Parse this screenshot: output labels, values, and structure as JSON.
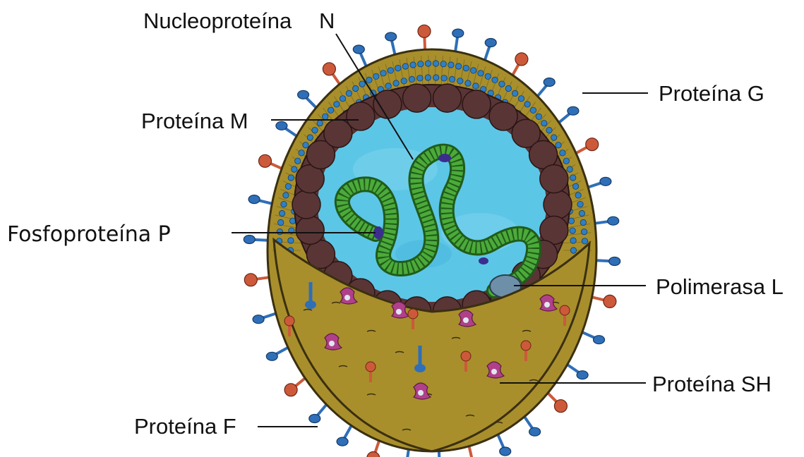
{
  "labels": {
    "nucleoproteina": "Nucleoproteína",
    "n": "N",
    "proteina_m": "Proteína M",
    "proteina_g": "Proteína G",
    "fosfoproteina_p": "Fosfoproteína P",
    "polimerasa_l": "Polimerasa L",
    "proteina_sh": "Proteína SH",
    "proteina_f": "Proteína F"
  },
  "colors": {
    "envelope": "#a88f2c",
    "envelope_stroke": "#3a2f10",
    "lipid_head": "#2f7fc4",
    "matrix_protein": "#5a3535",
    "core": "#5cc6e6",
    "nucleocapsid": "#4caa3a",
    "protein_g": "#cc5a3a",
    "protein_f": "#2f6fb8",
    "protein_sh": "#b0408a",
    "polymerase": "#6e8fa8"
  }
}
